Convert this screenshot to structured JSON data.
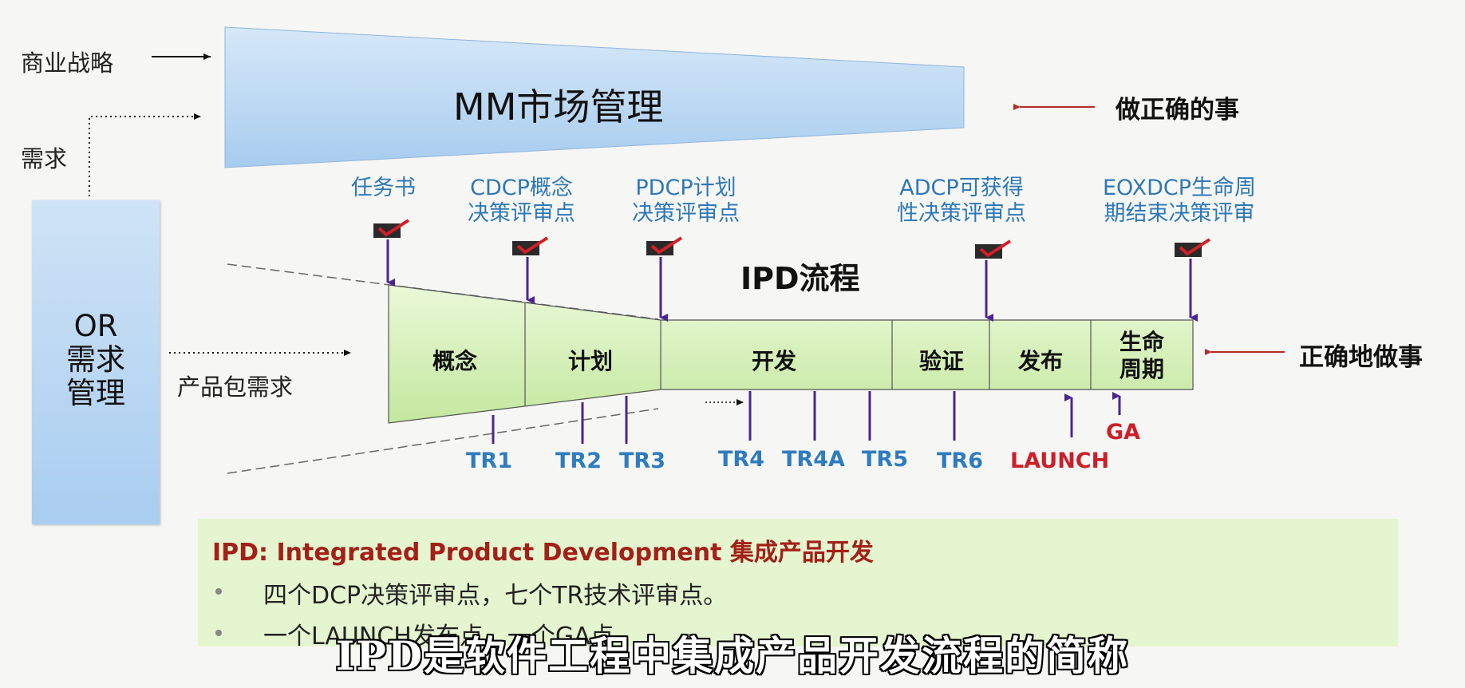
{
  "left_inputs": {
    "strategy": "商业战略",
    "demand": "需求",
    "product_package": "产品包需求"
  },
  "market_mgmt": {
    "label": "MM市场管理"
  },
  "or_box": {
    "line1": "OR",
    "line2": "需求",
    "line3": "管理"
  },
  "right_labels": {
    "do_right_thing": "做正确的事",
    "do_thing_right": "正确地做事"
  },
  "ipd_title": "IPD流程",
  "dcp_points": [
    {
      "name": "charter",
      "line1": "任务书",
      "line2": ""
    },
    {
      "name": "cdcp",
      "line1": "CDCP概念",
      "line2": "决策评审点"
    },
    {
      "name": "pdcp",
      "line1": "PDCP计划",
      "line2": "决策评审点"
    },
    {
      "name": "adcp",
      "line1": "ADCP可获得",
      "line2": "性决策评审点"
    },
    {
      "name": "eoxdcp",
      "line1": "EOXDCP生命周",
      "line2": "期结束决策评审"
    }
  ],
  "phases": [
    "概念",
    "计划",
    "开发",
    "验证",
    "发布",
    "生命\n周期"
  ],
  "tr_points": [
    "TR1",
    "TR2",
    "TR3",
    "TR4",
    "TR4A",
    "TR5",
    "TR6"
  ],
  "launch": "LAUNCH",
  "ga": "GA",
  "info": {
    "title": "IPD: Integrated Product Development 集成产品开发",
    "bullets": [
      "四个DCP决策评审点，七个TR技术评审点。",
      "一个LAUNCH发布点，一个GA点"
    ]
  },
  "subtitle": "IPD是软件工程中集成产品开发流程的简称",
  "colors": {
    "funnel_blue": "#b6d4f1",
    "phase_green": "#d3efb3",
    "arrow_purple": "#4b2591",
    "tr_blue": "#2e7cc0",
    "red": "#cc1f2a"
  }
}
